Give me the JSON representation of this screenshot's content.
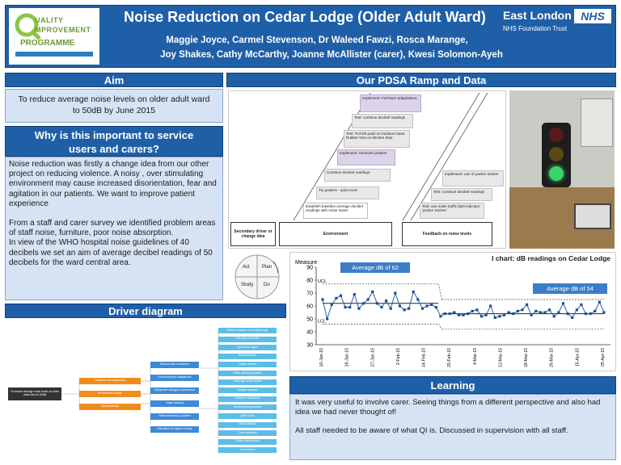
{
  "header": {
    "title": "Noise Reduction on Cedar Lodge (Older Adult Ward)",
    "authors_line1": "Maggie Joyce, Carmel Stevenson, Dr Waleed Fawzi, Rosca Marange,",
    "authors_line2": "Joy Shakes, Cathy McCarthy, Joanne McAllister (carer), Kwesi Solomon-Ayeh",
    "qi_logo_line1": "UALITY",
    "qi_logo_line2": "MPROVEMENT",
    "qi_logo_line3": "PROGRAMME",
    "trust_name": "East London",
    "trust_sub": "NHS Foundation Trust",
    "nhs": "NHS"
  },
  "aim": {
    "heading": "Aim",
    "text": "To reduce average noise levels on older adult ward to 50dB by June 2015"
  },
  "why": {
    "heading": "Why is this important to service users and carers?",
    "p1": "Noise reduction was firstly a change idea from our other project on reducing violence.  A noisy , over stimulating environment may cause increased disorientation, fear and agitation in our patients. We want to improve patient experience",
    "p2": "From a staff and carer survey we identified problem areas of staff noise,  furniture, poor noise absorption.",
    "p3": "In view of the WHO hospital noise guidelines of 40 decibels we set an aim of average decibel readings of 50 decibels for the ward central area."
  },
  "driver": {
    "heading": "Driver diagram",
    "aim_node": "To reduce average noise levels on older adult ward to 50dB",
    "primary": [
      "Furniture and equipment",
      "Environment design",
      "Staff behaviour"
    ],
    "secondary": [
      "Reduce floor movement",
      "Furnishing and adaptations",
      "Equipment changes & placement",
      "Noise tracking",
      "Staff awareness & posters",
      "Education on impact of noise"
    ],
    "ideas": [
      "Rubber bumpers on furniture legs",
      "Felt pads on chairs",
      "Quiet zone signs",
      "Soft close bins",
      "Carpet runners",
      "Noise absorbing panels",
      "Traffic light noise tracker",
      "Decibel readings",
      "Posters in staff areas",
      "Supervision discussion",
      "Quiet hours",
      "Staff induction",
      "Carer feedback",
      "Trolley maintenance",
      "Door closers"
    ]
  },
  "pdsa": {
    "heading": "Our PDSA Ramp and Data",
    "labels": {
      "secondary": "Secondary driver or change idea",
      "environment": "Environment",
      "feedback": "Feedback on noise levels"
    },
    "env_cards": [
      "Implement: Furniture adaptations.",
      "Test: continue decibel readings",
      "Test: Put felt pads on furniture base.  Rubber tries on kitchen door.",
      "Implement: reminder posters",
      "Continue decibel readings",
      "Try posters - quiet zone",
      "Establish baseline average decibel readings with noise meter"
    ],
    "fb_cards": [
      "Implement: use of yacker tracker",
      "Test: continue decibel readings",
      "Test: use noise traffic light indicator 'yacker tracker'"
    ],
    "cycle": [
      "Act",
      "Plan",
      "Study",
      "Do"
    ]
  },
  "chart_data": {
    "type": "line",
    "title": "I chart: dB readings on Cedar Lodge",
    "ylabel": "Measure",
    "ylim": [
      30,
      90
    ],
    "yticks": [
      30,
      40,
      50,
      60,
      70,
      80,
      90
    ],
    "xticks": [
      "10-Jan-15",
      "19-Jan-15",
      "27-Jan-15",
      "2-Feb-15",
      "14-Feb-15",
      "25-Feb-15",
      "4-Mar-15",
      "12-Mar-15",
      "18-Mar-15",
      "26-Mar-15",
      "15-Apr-15",
      "25-Apr-15"
    ],
    "annotations": [
      "Average dB of 62",
      "Average dB of 54"
    ],
    "limits": [
      "UCL",
      "LCL"
    ],
    "phase1": {
      "mean": 62,
      "ucl": 77,
      "lcl": 46
    },
    "phase2": {
      "mean": 54,
      "ucl": 65,
      "lcl": 42
    },
    "series": [
      {
        "values": [
          65,
          50,
          61,
          66,
          68,
          59,
          59,
          69,
          58,
          62,
          65,
          71,
          62,
          59,
          64,
          58,
          70,
          60,
          57,
          58,
          71,
          65,
          58,
          60,
          61,
          59,
          52,
          54,
          54,
          55,
          53,
          53,
          54,
          56,
          57,
          52,
          53,
          60,
          51,
          52,
          53,
          55,
          54,
          56,
          57,
          61,
          53,
          56,
          55,
          55,
          57,
          52,
          55,
          62,
          54,
          51,
          57,
          61,
          54,
          54,
          56,
          63,
          55
        ]
      }
    ],
    "split_index": 26,
    "colors": {
      "line": "#2b5fa7",
      "marker": "#1f4f96",
      "mean": "#222",
      "limits": "#444",
      "annotation": "#3d7dc7"
    }
  },
  "learning": {
    "heading": "Learning",
    "p1": "It was very useful to involve carer. Seeing things from a different perspective and also had idea we had never thought of!",
    "p2": "All staff needed to be aware of what QI is. Discussed in supervision with all staff."
  }
}
